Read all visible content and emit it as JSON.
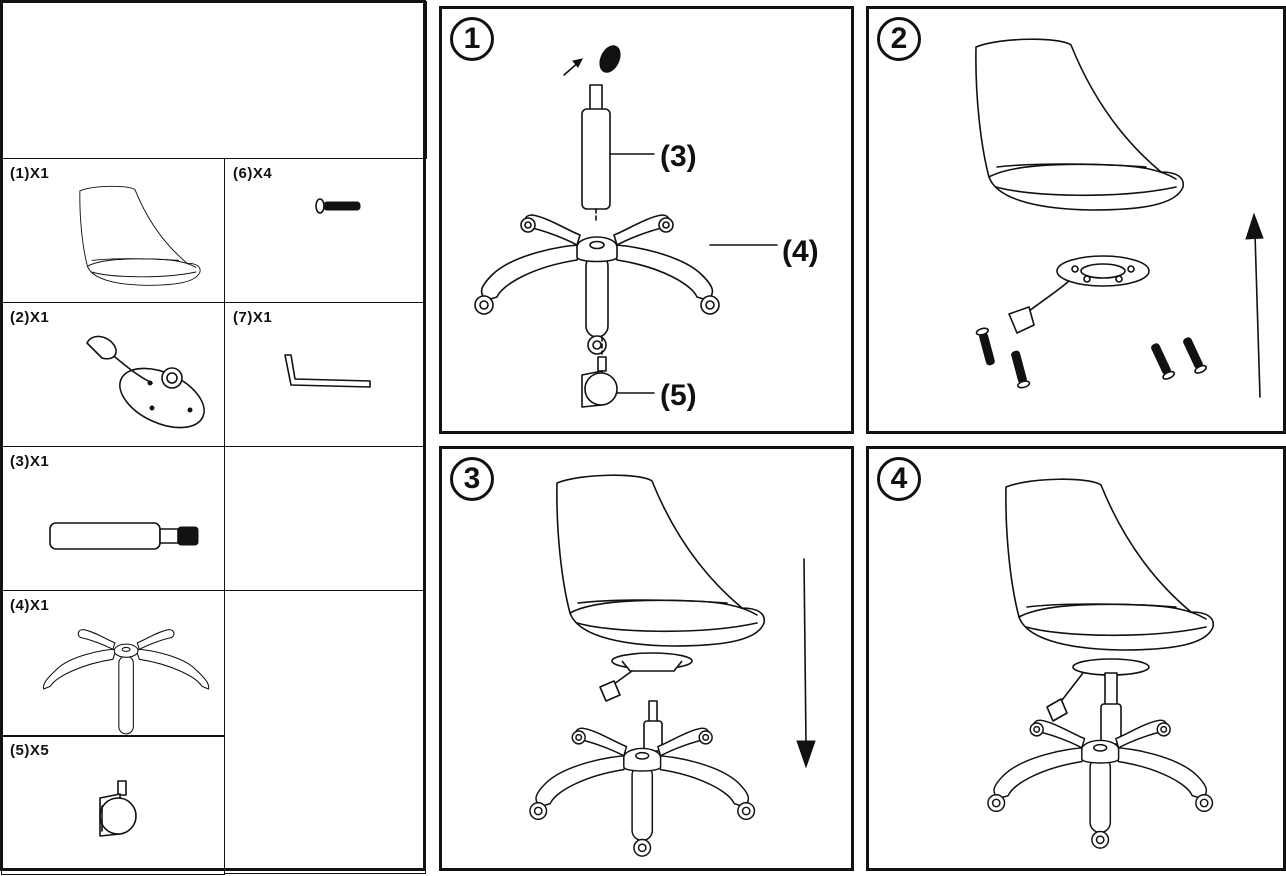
{
  "parts": [
    {
      "id": "p1",
      "label": "(1)X1",
      "part": "seat-shell"
    },
    {
      "id": "p6",
      "label": "(6)X4",
      "part": "screw"
    },
    {
      "id": "p2",
      "label": "(2)X1",
      "part": "seat-plate-mechanism"
    },
    {
      "id": "p7",
      "label": "(7)X1",
      "part": "allen-key"
    },
    {
      "id": "p3",
      "label": "(3)X1",
      "part": "gas-lift-cylinder"
    },
    {
      "id": "p4",
      "label": "(4)X1",
      "part": "star-base"
    },
    {
      "id": "p5",
      "label": "(5)X5",
      "part": "caster-wheel"
    }
  ],
  "steps": [
    {
      "number": "1",
      "callouts": [
        "(3)",
        "(4)",
        "(5)"
      ]
    },
    {
      "number": "2"
    },
    {
      "number": "3"
    },
    {
      "number": "4"
    }
  ],
  "icons": [
    "cap-arrow-icon",
    "up-arrow-icon",
    "down-arrow-icon"
  ],
  "colors": {
    "ink": "#111111",
    "paper": "#ffffff"
  }
}
